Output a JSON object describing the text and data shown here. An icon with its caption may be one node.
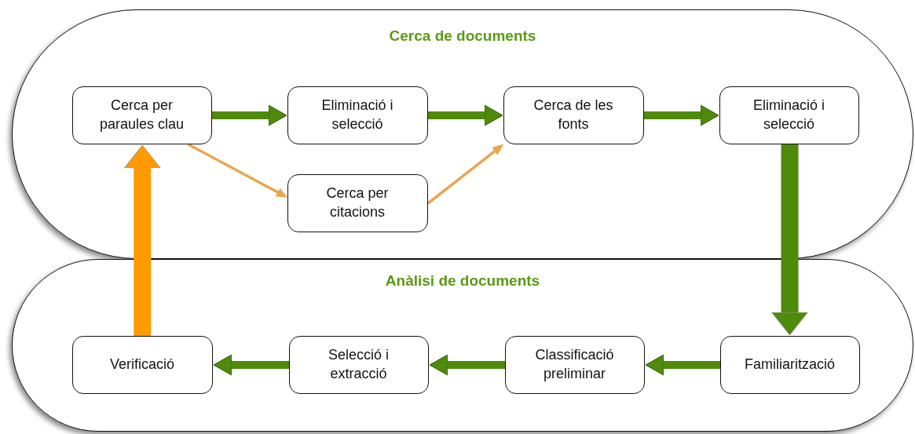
{
  "diagram": {
    "nodes": [
      {
        "text": [
          "Cerca de documents"
        ]
      },
      {
        "text": [
          "Cerca per paraules clau"
        ],
        "in": 0
      },
      {
        "text": [
          "Eliminació i selecció"
        ],
        "in": 0
      },
      {
        "text": [
          "Cerca de les fonts"
        ],
        "in": 0
      },
      {
        "text": [
          "Eliminació i selecció"
        ],
        "in": 0
      },
      {
        "text": [
          "Cerca per citacions"
        ],
        "in": 0
      },
      {
        "text": [
          "Anàlisi de documents"
        ]
      },
      {
        "text": [
          "Verificació"
        ],
        "in": 6
      },
      {
        "text": [
          "Selecció i extracció"
        ],
        "in": 6
      },
      {
        "text": [
          "Classificació preliminar"
        ],
        "in": 6
      },
      {
        "text": [
          "Familiarització"
        ],
        "in": 6
      }
    ],
    "edges": [
      {
        "from": 1,
        "to": 2,
        "arrow": "to"
      },
      {
        "from": 2,
        "to": 3,
        "arrow": "to"
      },
      {
        "from": 3,
        "to": 4,
        "arrow": "to"
      },
      {
        "from": 1,
        "to": 5,
        "arrow": "to",
        "color": "#eba54a"
      },
      {
        "from": 5,
        "to": 3,
        "arrow": "to",
        "color": "#eba54a"
      },
      {
        "from": 4,
        "to": 10,
        "arrow": "to",
        "style": "thick"
      },
      {
        "from": 10,
        "to": 9,
        "arrow": "to"
      },
      {
        "from": 9,
        "to": 8,
        "arrow": "to"
      },
      {
        "from": 8,
        "to": 7,
        "arrow": "to"
      },
      {
        "from": 7,
        "to": 1,
        "arrow": "to",
        "style": "thick",
        "color": "#ff9a00"
      }
    ]
  }
}
